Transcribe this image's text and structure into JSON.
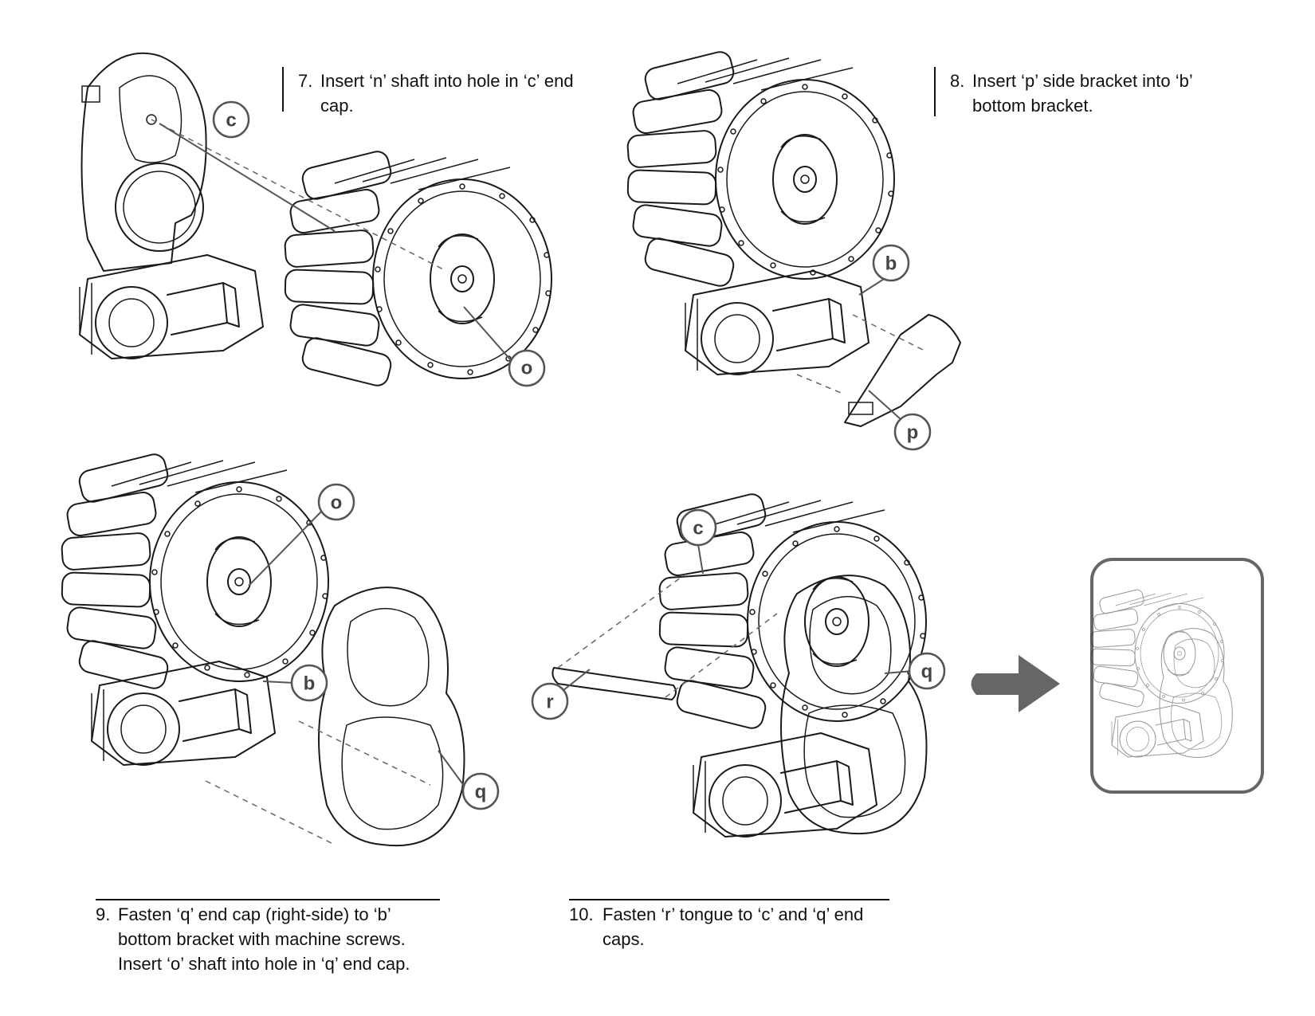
{
  "steps": [
    {
      "number": "7.",
      "text": "Insert ‘n’ shaft into hole in ‘c’ end cap."
    },
    {
      "number": "8.",
      "text": "Insert ‘p’ side bracket into ‘b’ bottom bracket."
    },
    {
      "number": "9.",
      "text": "Fasten ‘q’ end cap (right-side) to ‘b’ bottom bracket with machine screws. Insert ‘o’ shaft into hole in ‘q’ end cap."
    },
    {
      "number": "10.",
      "text": "Fasten ‘r’ tongue to ‘c’ and ‘q’ end caps."
    }
  ],
  "part_labels": {
    "step7": [
      "c",
      "o"
    ],
    "step8": [
      "b",
      "p"
    ],
    "step9": [
      "o",
      "b",
      "q"
    ],
    "step10": [
      "c",
      "q",
      "r"
    ]
  },
  "icons": [
    "arrow-right-icon"
  ],
  "colors": {
    "ink": "#1a1a1a",
    "label_gray": "#555555",
    "arrow_gray": "#666666"
  }
}
